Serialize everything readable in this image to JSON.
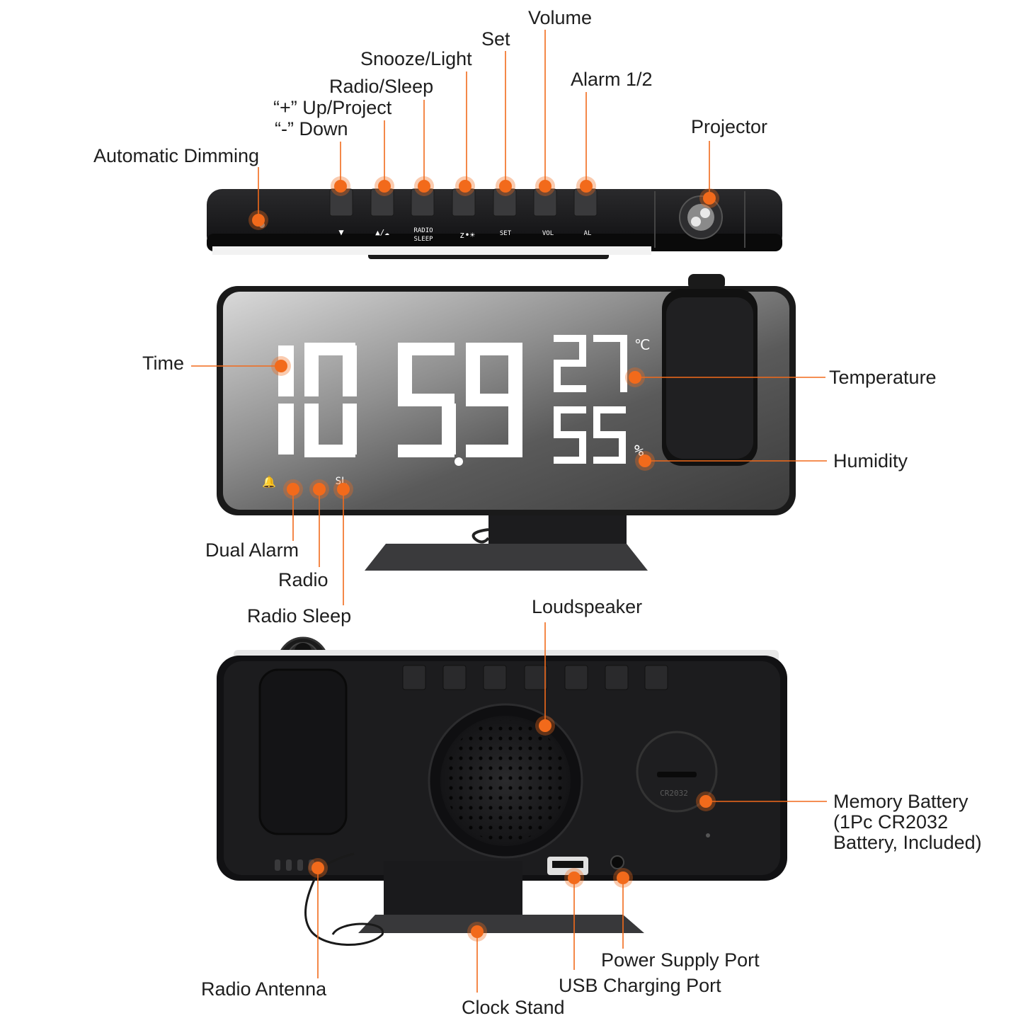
{
  "labels": {
    "automatic_dimming": "Automatic Dimming",
    "down": "“-” Down",
    "up_project": "“+” Up/Project",
    "radio_sleep_btn": "Radio/Sleep",
    "snooze_light": "Snooze/Light",
    "set": "Set",
    "volume": "Volume",
    "alarm_12": "Alarm 1/2",
    "projector": "Projector",
    "time": "Time",
    "temperature": "Temperature",
    "humidity": "Humidity",
    "dual_alarm": "Dual Alarm",
    "radio": "Radio",
    "radio_sleep": "Radio Sleep",
    "loudspeaker": "Loudspeaker",
    "memory_battery_1": "Memory Battery",
    "memory_battery_2": "(1Pc CR2032",
    "memory_battery_3": "Battery, Included)",
    "power_supply_port": "Power Supply Port",
    "usb_charging_port": "USB Charging Port",
    "radio_antenna": "Radio Antenna",
    "clock_stand": "Clock Stand"
  },
  "device_print": {
    "btn_down": "▼",
    "btn_up": "▲/☁",
    "btn_radio": "RADIO",
    "btn_sleep": "SLEEP",
    "btn_snooze": "z•☀",
    "btn_set": "SET",
    "btn_vol": "VOL",
    "btn_al": "AL",
    "display_time": "10:59",
    "display_temp": "27",
    "temp_unit": "℃",
    "display_humidity": "55",
    "humidity_unit": "%",
    "indicator_radio_sleep": "SL",
    "battery_mark": "CR2032"
  },
  "colors": {
    "accent": "#f26a1b",
    "device_body": "#1c1c1e",
    "display_text": "#ffffff"
  },
  "icons": [
    "bell-icon",
    "alarm-2-icon",
    "radio-icon",
    "sleep-icon",
    "sun-icon",
    "cloud-icon"
  ]
}
